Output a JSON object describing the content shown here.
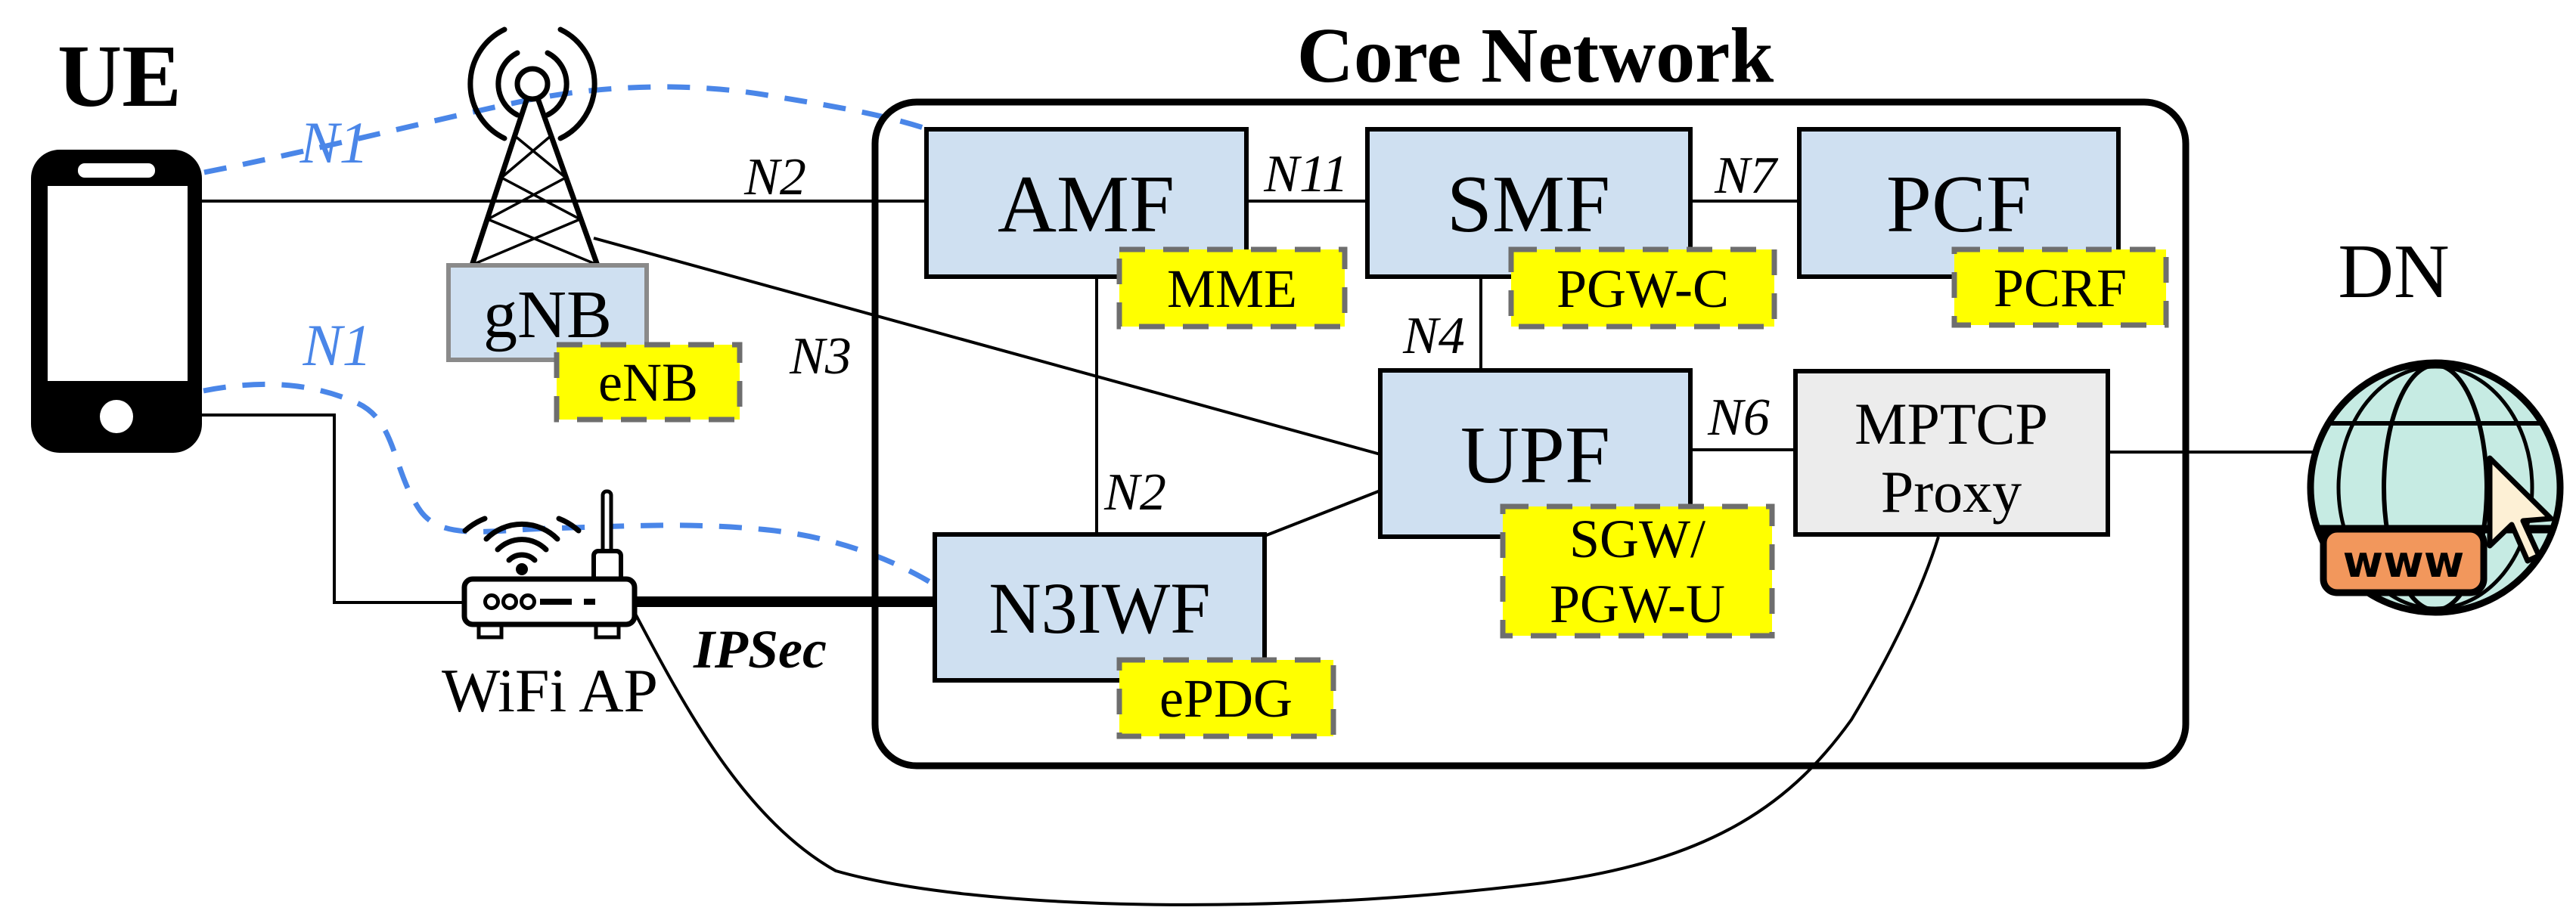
{
  "diagram": {
    "title": "Core Network",
    "endpoints": {
      "ue": {
        "label": "UE"
      },
      "dn": {
        "label": "DN",
        "www_badge": "www"
      },
      "gnb": {
        "label": "gNB",
        "legacy": "eNB"
      },
      "wifi_ap": {
        "label": "WiFi AP"
      }
    },
    "core_nodes": {
      "amf": {
        "label": "AMF",
        "legacy": "MME"
      },
      "smf": {
        "label": "SMF",
        "legacy": "PGW-C"
      },
      "pcf": {
        "label": "PCF",
        "legacy": "PCRF"
      },
      "upf": {
        "label": "UPF",
        "legacy_line1": "SGW/",
        "legacy_line2": "PGW-U"
      },
      "n3iwf": {
        "label": "N3IWF",
        "legacy": "ePDG"
      },
      "mptcp_proxy": {
        "label_line1": "MPTCP",
        "label_line2": "Proxy"
      }
    },
    "interfaces": {
      "n1_top": "N1",
      "n1_bottom": "N1",
      "n2_radio": "N2",
      "n2_core": "N2",
      "n3": "N3",
      "n4": "N4",
      "n6": "N6",
      "n7": "N7",
      "n11": "N11",
      "ipsec": "IPSec"
    },
    "colors": {
      "node_fill": "#cfe0f1",
      "node_stroke": "#000000",
      "legacy_fill": "#ffff00",
      "legacy_stroke": "#6e6e6e",
      "proxy_fill": "#ececec",
      "n1_dash_blue": "#4a86e8",
      "globe_fill": "#c6ebe3",
      "www_fill": "#f2975c",
      "cursor_fill": "#fdf0d5"
    }
  }
}
